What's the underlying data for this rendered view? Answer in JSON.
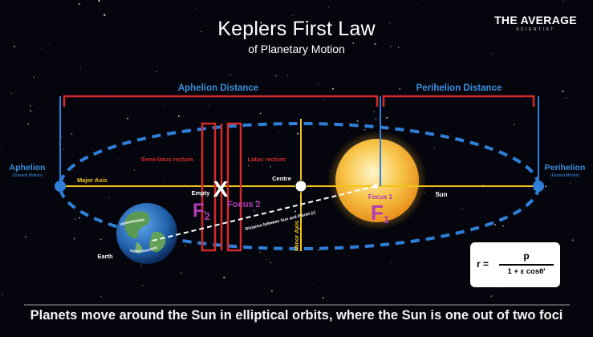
{
  "title": "Keplers First Law",
  "subtitle": "of Planetary Motion",
  "brand": {
    "name": "THE AVERAGE",
    "tagline": "SCIENTIST"
  },
  "labels": {
    "aphelion_distance": "Aphelion Distance",
    "perihelion_distance": "Perihelion Distance",
    "aphelion": "Aphelion",
    "aphelion_note": "(Slowest Motion)",
    "perihelion": "Perihelion",
    "perihelion_note": "(Fastest Motion)",
    "major_axis": "Major Axis",
    "minor_axis": "Minor Axis",
    "semi_latus_rectum": "Semi-latus rectum",
    "latus_rectum": "Latus rectum",
    "centre": "Centre",
    "empty": "Empty",
    "focus1": "Focus 1",
    "focus2": "Focus 2",
    "f1_letter": "F",
    "f1_sub": "1",
    "f2_letter": "F",
    "f2_sub": "2",
    "empty_mark": "X",
    "sun": "Sun",
    "earth": "Earth",
    "distance_line": "Distance between Sun and Planet (r)"
  },
  "formula": {
    "lhs": "r =",
    "numerator": "p",
    "denominator": "1 + ε cosθ'"
  },
  "caption": "Planets move around the Sun in elliptical orbits, where the Sun is one out of two foci",
  "colors": {
    "background": "#05060d",
    "orbit": "#2f7fd8",
    "axis": "#f0c419",
    "bracket": "#d42a2a",
    "heading_blue": "#3a8fe0",
    "focus_purple": "#b23ab8",
    "latus_red": "#d42a2a",
    "sun": "#f5a623",
    "earth_ocean": "#2a6fc4"
  }
}
